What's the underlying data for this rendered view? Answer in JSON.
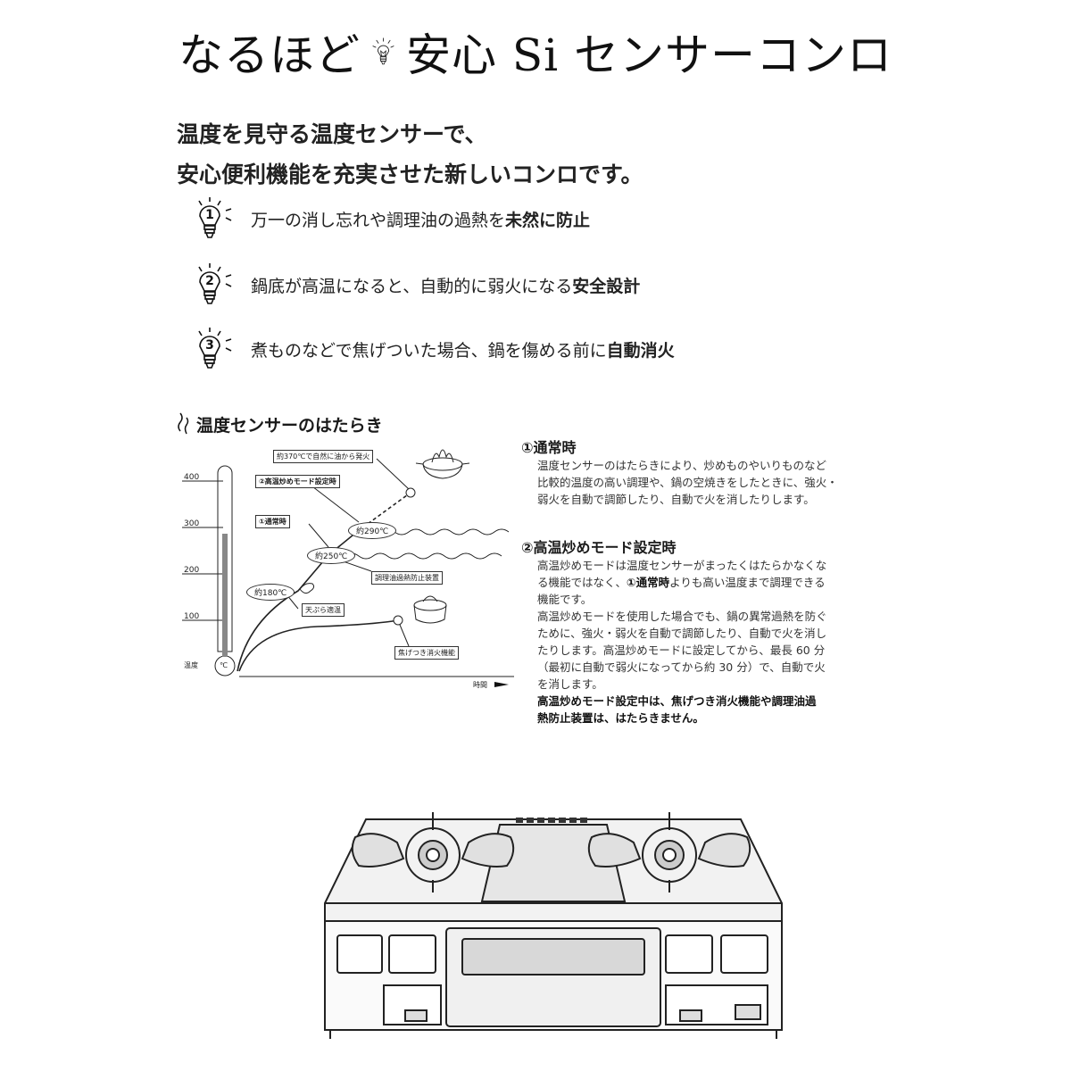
{
  "header": {
    "title_left": "なるほど",
    "title_right": "安心 Si センサーコンロ"
  },
  "intro": {
    "line1": "温度を見守る温度センサーで、",
    "line2": "安心便利機能を充実させた新しいコンロです。"
  },
  "features": [
    {
      "num": "1",
      "text": "万一の消し忘れや調理油の過熱を",
      "bold": "未然に防止"
    },
    {
      "num": "2",
      "text": "鍋底が高温になると、自動的に弱火になる",
      "bold": "安全設計"
    },
    {
      "num": "3",
      "text": "煮ものなどで焦げついた場合、鍋を傷める前に",
      "bold": "自動消火"
    }
  ],
  "section_title": "温度センサーのはたらき",
  "diagram": {
    "ticks": [
      "400",
      "300",
      "200",
      "100"
    ],
    "axis_y": "温度",
    "axis_x": "時間",
    "unit": "℃",
    "labels": {
      "ignite": "約370℃で自然に油から発火",
      "high_mode": "②高温炒めモード設定時",
      "normal": "①通常時",
      "t290": "約290℃",
      "t250": "約250℃",
      "t180": "約180℃",
      "oil_guard": "調理油過熱防止装置",
      "tempura": "天ぷら適温",
      "scorch": "焦げつき消火機能"
    }
  },
  "explanations": {
    "normal": {
      "title": "①通常時",
      "l1": "温度センサーのはたらきにより、炒めものやいりものなど",
      "l2": "比較的温度の高い調理や、鍋の空焼きをしたときに、強火・",
      "l3": "弱火を自動で調節したり、自動で火を消したりします。"
    },
    "high": {
      "title": "②高温炒めモード設定時",
      "l1": "高温炒めモードは温度センサーがまったくはたらかなくな",
      "l2a": "る機能ではなく、",
      "l2b": "①通常時",
      "l2c": "よりも高い温度まで調理できる",
      "l3": "機能です。",
      "l4": "高温炒めモードを使用した場合でも、鍋の異常過熱を防ぐ",
      "l5": "ために、強火・弱火を自動で調節したり、自動で火を消し",
      "l6": "たりします。高温炒めモードに設定してから、最長 60 分",
      "l7": "（最初に自動で弱火になってから約 30 分）で、自動で火",
      "l8": "を消します。",
      "n1": "高温炒めモード設定中は、焦げつき消火機能や調理油過",
      "n2": "熱防止装置は、はたらきません。"
    }
  }
}
